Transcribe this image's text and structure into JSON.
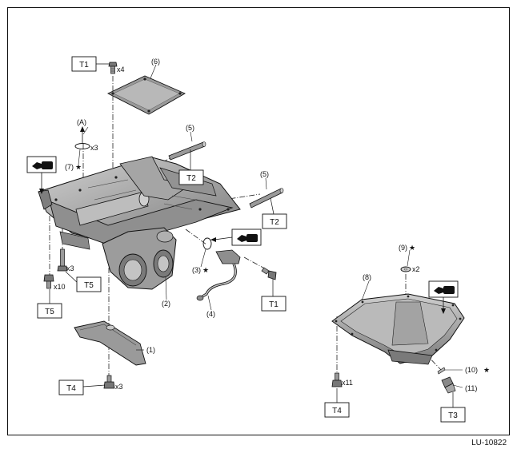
{
  "figure_code": "LU-10822",
  "callouts": {
    "p1": "(1)",
    "p2": "(2)",
    "p3": "(3)",
    "p4": "(4)",
    "p5a": "(5)",
    "p5b": "(5)",
    "p6": "(6)",
    "p7": "(7)",
    "p8": "(8)",
    "p9": "(9)",
    "p10": "(10)",
    "p11": "(11)",
    "pA": "(A)"
  },
  "torque_labels": {
    "t1_top": "T1",
    "t1_right": "T1",
    "t2_a": "T2",
    "t2_b": "T2",
    "t3": "T3",
    "t4_left": "T4",
    "t4_right": "T4",
    "t5_a": "T5",
    "t5_b": "T5"
  },
  "quantities": {
    "q_top_bolts": "x4",
    "q_oring": "x3",
    "q_t5_bolts": "x3",
    "q_t5_studs": "x10",
    "q_t4_bolts": "x3",
    "q_washer": "x2",
    "q_pan_bolts": "x11"
  },
  "symbols": {
    "star": "★",
    "liquid_gasket_icon": "liquid-gasket-icon",
    "colors": {
      "line": "#1a1a1a",
      "part_fill": "#a9a9a9",
      "part_dark": "#6f6f6f",
      "background": "#ffffff"
    }
  }
}
